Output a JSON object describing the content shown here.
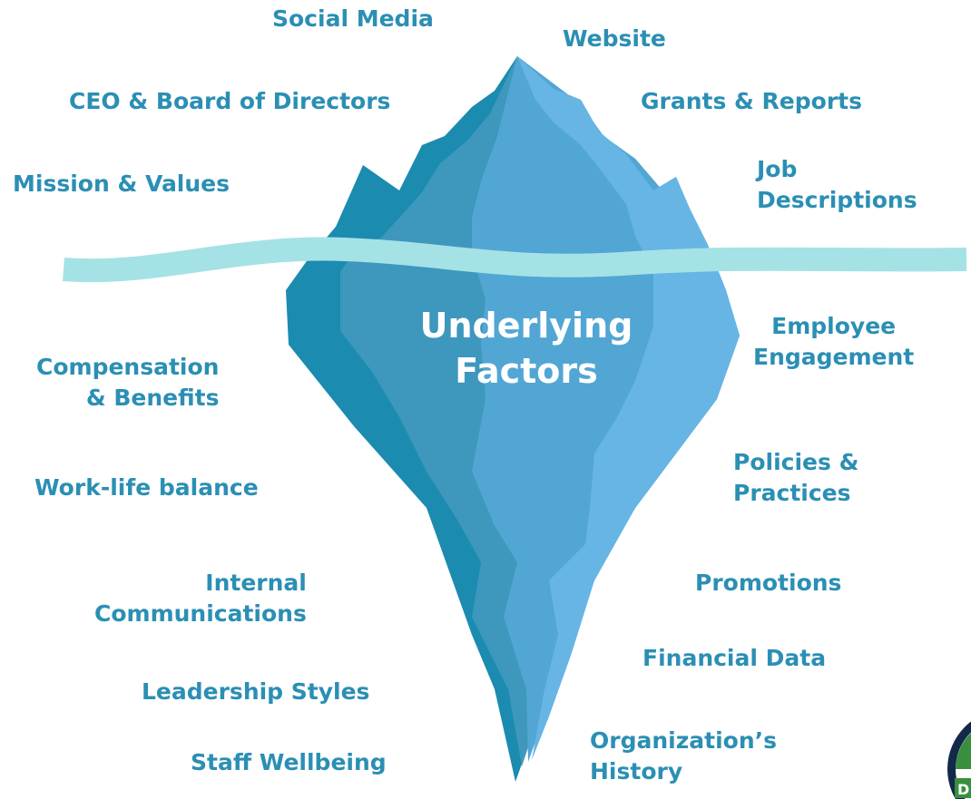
{
  "colors": {
    "label": "#2b8fb4",
    "center_text": "#ffffff",
    "ice_dark": "#1b8bb0",
    "ice_mid": "#3e97bd",
    "ice_main": "#52a6d4",
    "ice_light": "#67b5e5",
    "water": "#a4e2e6",
    "badge_ring": "#12294a",
    "badge_green": "#3a8f3e"
  },
  "center": {
    "line1": "Underlying",
    "line2": "Factors"
  },
  "above_water": {
    "social_media": "Social Media",
    "website": "Website",
    "ceo_board": "CEO & Board of Directors",
    "grants_reports": "Grants & Reports",
    "mission_values": "Mission & Values",
    "job_descriptions_1": "Job",
    "job_descriptions_2": "Descriptions"
  },
  "below_water": {
    "employee_engagement_1": "Employee",
    "employee_engagement_2": "Engagement",
    "compensation_1": "Compensation",
    "compensation_2": "& Benefits",
    "work_life": "Work-life balance",
    "policies_1": "Policies &",
    "policies_2": "Practices",
    "internal_comm_1": "Internal",
    "internal_comm_2": "Communications",
    "promotions": "Promotions",
    "financial_data": "Financial Data",
    "leadership": "Leadership Styles",
    "org_history_1": "Organization’s",
    "org_history_2": "History",
    "staff_wellbeing": "Staff Wellbeing"
  },
  "badge": {
    "visible_letter": "D",
    "icon": "logo-badge-icon"
  }
}
